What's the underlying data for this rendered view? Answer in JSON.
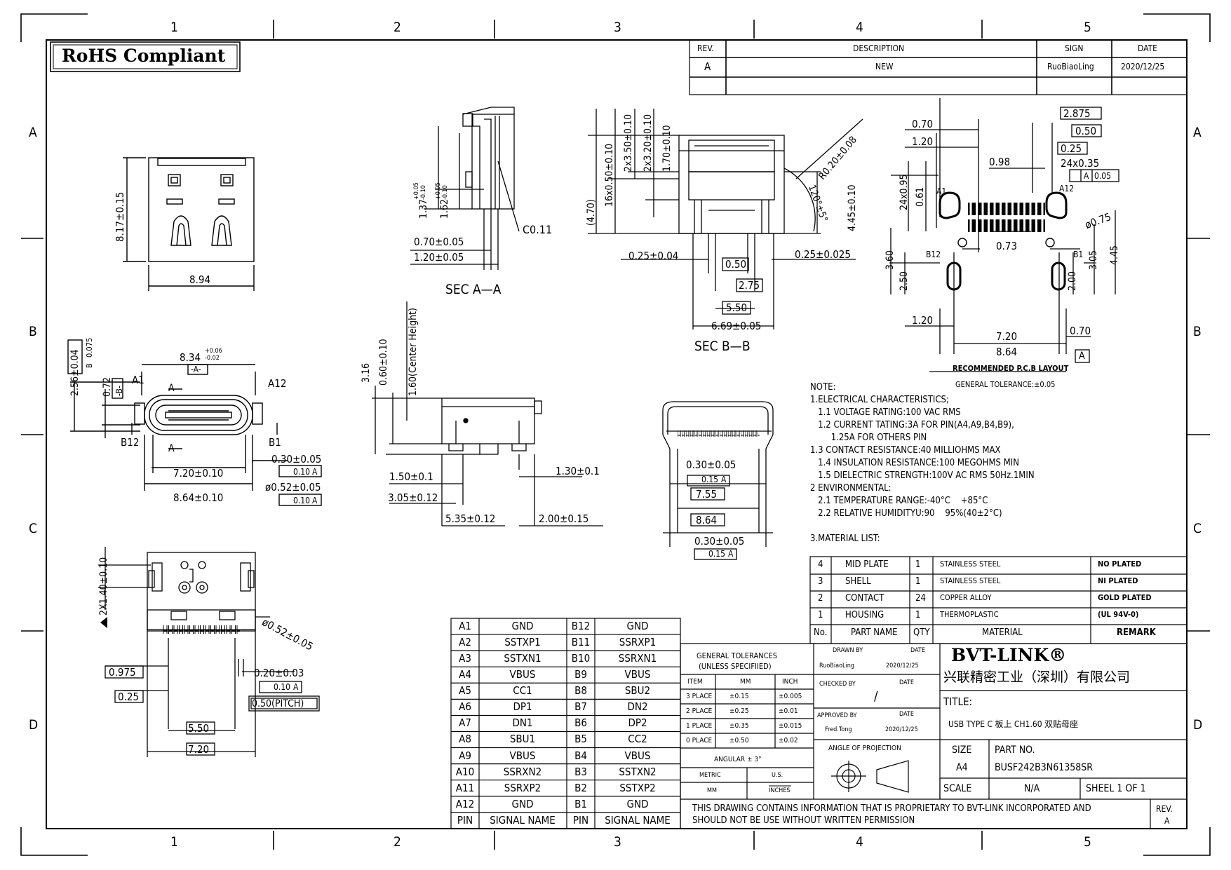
{
  "rohs": "RoHS Compliant",
  "grid": {
    "cols": [
      "1",
      "2",
      "3",
      "4",
      "5"
    ],
    "rows": [
      "A",
      "B",
      "C",
      "D"
    ]
  },
  "revision_table": {
    "headers": [
      "REV.",
      "DESCRIPTION",
      "SIGN",
      "DATE"
    ],
    "row": [
      "A",
      "NEW",
      "RuoBiaoLing",
      "2020/12/25"
    ]
  },
  "top_view": {
    "height": "8.17±0.15",
    "width": "8.94"
  },
  "sec_aa": {
    "caption": "SEC A—A",
    "d1": "0.70±0.05",
    "d2": "1.20±0.05",
    "chamfer": "C0.11",
    "h1": "1.37",
    "h1_tol_up": "+0.05",
    "h1_tol_dn": "-0.10",
    "h2": "1.62",
    "h2_tol_up": "+0.05",
    "h2_tol_dn": "-0.10"
  },
  "sec_bb": {
    "caption": "SEC B—B",
    "v1": "16x0.50±0.10",
    "v2": "2x3.50±0.10",
    "v3": "2x3.20±0.10",
    "v4": "1.70±0.10",
    "v5": "(4.70)",
    "radius": "R0.20±0.08",
    "angle": "120°±5°",
    "h": "4.45±0.10",
    "l1": "0.25±0.04",
    "l2": "0.25±0.025",
    "b1": "0.50",
    "b2": "2.75",
    "b3": "5.50",
    "b4": "6.69±0.05"
  },
  "pcb": {
    "d070": "0.70",
    "d120": "1.20",
    "d098": "0.98",
    "d2875": "2.875",
    "d050": "0.50",
    "d025": "0.25",
    "pads": "24x0.35",
    "gdt_pads": [
      "A",
      "0.05"
    ],
    "rows": "24x0.95",
    "d061": "0.61",
    "A1": "A1",
    "A12": "A12",
    "B12": "B12",
    "B1": "B1",
    "d073": "0.73",
    "drill": "ø0.75",
    "d360": "3.60",
    "d250": "2.50",
    "d200": "2.00",
    "d305": "3.05",
    "d445": "4.45",
    "d120b": "1.20",
    "d720": "7.20",
    "d070b": "0.70",
    "d864": "8.64",
    "datum": "A",
    "caption": "RECOMMENDED P.C.B LAYOUT",
    "tolerance": "GENERAL TOLERANCE:±0.05"
  },
  "front_view": {
    "w": "8.34",
    "w_tol_up": "+0.06",
    "w_tol_dn": "-0.02",
    "datA": "-A-",
    "datB": "-B-",
    "h256": "2.56±0.04",
    "gdt1": [
      "B",
      "0.075"
    ],
    "h072": "0.72",
    "A1": "A1",
    "A12": "A12",
    "B12": "B12",
    "B1": "B1",
    "markA": "A",
    "markA2": "A",
    "t030": "0.30±0.05",
    "gdt2": [
      "0.10",
      "A"
    ],
    "w720": "7.20±0.10",
    "w864": "8.64±0.10",
    "d052": "ø0.52±0.05",
    "gdt3": [
      "0.10",
      "A"
    ]
  },
  "side_view": {
    "h316": "3.16",
    "h060": "0.60±0.10",
    "h160": "1.60(Center Height)",
    "d150": "1.50±0.1",
    "d130": "1.30±0.1",
    "d305": "3.05±0.12",
    "d535": "5.35±0.12",
    "d200": "2.00±0.15"
  },
  "rear_view": {
    "t1": "0.30±0.05",
    "g1": [
      "0.15",
      "A"
    ],
    "b755": "7.55",
    "b864": "8.64",
    "t2": "0.30±0.05",
    "g2": [
      "0.15",
      "A"
    ]
  },
  "bottom_view": {
    "h140": "2X1.40±0.10",
    "d052": "ø0.52±0.05",
    "b0975": "0.975",
    "b025": "0.25",
    "t020": "0.20±0.03",
    "g": [
      "0.10",
      "A"
    ],
    "pitch": "0.50(PITCH)",
    "b550": "5.50",
    "b720": "7.20"
  },
  "notes": [
    "NOTE:",
    "1.ELECTRICAL CHARACTERISTICS;",
    "   1.1 VOLTAGE RATING:100 VAC RMS",
    "   1.2 CURRENT TATING:3A FOR PIN(A4,A9,B4,B9),",
    "        1.25A FOR OTHERS PIN",
    "1.3 CONTACT RESISTANCE:40 MILLIOHMS MAX",
    "   1.4 INSULATION RESISTANCE:100 MEGOHMS MIN",
    "   1.5 DIELECTRIC STRENGTH:100V AC RMS 50Hz.1MIN",
    "2 ENVIRONMENTAL:",
    "   2.1 TEMPERATURE RANGE:-40°C    +85°C",
    "   2.2 RELATIVE HUMIDITYU:90    95%(40±2°C)",
    "",
    "3.MATERIAL LIST:"
  ],
  "material_list": {
    "rows": [
      [
        "4",
        "MID PLATE",
        "1",
        "STAINLESS STEEL",
        "NO PLATED"
      ],
      [
        "3",
        "SHELL",
        "1",
        "STAINLESS STEEL",
        "NI PLATED"
      ],
      [
        "2",
        "CONTACT",
        "24",
        "COPPER ALLOY",
        "GOLD PLATED"
      ],
      [
        "1",
        "HOUSING",
        "1",
        "THERMOPLASTIC",
        "(UL 94V-0)"
      ]
    ],
    "header": [
      "No.",
      "PART NAME",
      "QTY",
      "MATERIAL",
      "REMARK"
    ]
  },
  "pin_table": {
    "rows": [
      [
        "A1",
        "GND",
        "B12",
        "GND"
      ],
      [
        "A2",
        "SSTXP1",
        "B11",
        "SSRXP1"
      ],
      [
        "A3",
        "SSTXN1",
        "B10",
        "SSRXN1"
      ],
      [
        "A4",
        "VBUS",
        "B9",
        "VBUS"
      ],
      [
        "A5",
        "CC1",
        "B8",
        "SBU2"
      ],
      [
        "A6",
        "DP1",
        "B7",
        "DN2"
      ],
      [
        "A7",
        "DN1",
        "B6",
        "DP2"
      ],
      [
        "A8",
        "SBU1",
        "B5",
        "CC2"
      ],
      [
        "A9",
        "VBUS",
        "B4",
        "VBUS"
      ],
      [
        "A10",
        "SSRXN2",
        "B3",
        "SSTXN2"
      ],
      [
        "A11",
        "SSRXP2",
        "B2",
        "SSTXP2"
      ],
      [
        "A12",
        "GND",
        "B1",
        "GND"
      ]
    ],
    "header": [
      "PIN",
      "SIGNAL NAME",
      "PIN",
      "SIGNAL NAME"
    ]
  },
  "title_block": {
    "tol_title": "GENERAL TOLERANCES",
    "tol_sub": "(UNLESS SPECIFIIED)",
    "tol_header": [
      "ITEM",
      "MM",
      "INCH"
    ],
    "tol_rows": [
      [
        "3 PLACE",
        "±0.15",
        "±0.005"
      ],
      [
        "2 PLACE",
        "±0.25",
        "±0.01"
      ],
      [
        "1 PLACE",
        "±0.35",
        "±0.015"
      ],
      [
        "0 PLACE",
        "±0.50",
        "±0.02"
      ]
    ],
    "angular": "ANGULAR ± 3°",
    "metric": "METRIC",
    "us": "U.S.",
    "mm": "MM",
    "inches": "INCHES",
    "drawn_by": "DRAWN BY",
    "date": "DATE",
    "drawn_name": "RuoBiaoLing",
    "drawn_date": "2020/12/25",
    "checked_by": "CHECKED BY",
    "checked_date": "DATE",
    "slash": "/",
    "approved_by": "APPROVED BY",
    "approved_date_label": "DATE",
    "approved_name": "Fred.Tong",
    "approved_date": "2020/12/25",
    "projection": "ANGLE OF PROJECTION",
    "company": "BVT-LINK®",
    "company_cn": "兴联精密工业（深圳）有限公司",
    "title_label": "TITLE:",
    "title_value": "USB TYPE C 板上 CH1.60 双贴母座",
    "size_label": "SIZE",
    "size": "A4",
    "part_label": "PART NO.",
    "part": "BUSF242B3N61358SR",
    "scale_label": "SCALE",
    "scale": "N/A",
    "sheet": "SHEEL 1 OF 1",
    "proprietary1": "THIS DRAWING CONTAINS INFORMATION THAT IS PROPRIETARY TO BVT-LINK INCORPORATED AND",
    "proprietary2": "SHOULD NOT BE USE WITHOUT WRITTEN PERMISSION",
    "rev_label": "REV.",
    "rev": "A"
  },
  "colors": {
    "ink": "#000000",
    "paper": "#ffffff"
  }
}
